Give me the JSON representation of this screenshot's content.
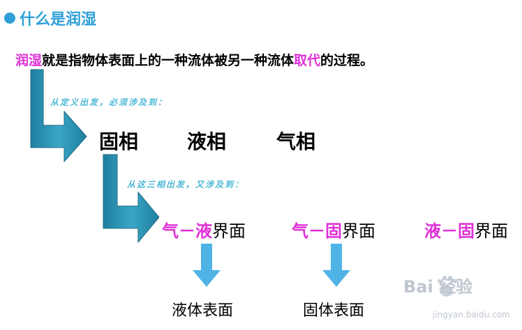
{
  "header": {
    "title": "什么是润湿"
  },
  "definition": {
    "term": "润湿",
    "part1": "就是指物体表面上的一种流体被另一种流体",
    "keyword": "取代",
    "part2": "的过程。"
  },
  "notes": {
    "from_definition": "从定义出发，必须涉及到：",
    "from_phases": "从这三相出发，又涉及到："
  },
  "phases": [
    "固相",
    "液相",
    "气相"
  ],
  "interfaces": [
    {
      "highlight": "气－液",
      "suffix": "界面"
    },
    {
      "highlight": "气－固",
      "suffix": "界面"
    },
    {
      "highlight": "液－固",
      "suffix": "界面"
    }
  ],
  "surfaces": [
    "液体表面",
    "固体表面"
  ],
  "watermark": {
    "logo": "Bai 经验",
    "url": "jingyan.baidu.com"
  },
  "colors": {
    "accent": "#2e9fd8",
    "highlight": "#e02fd6",
    "arrow_teal": "#2b8fb0",
    "arrow_light": "#4fb3e6"
  }
}
